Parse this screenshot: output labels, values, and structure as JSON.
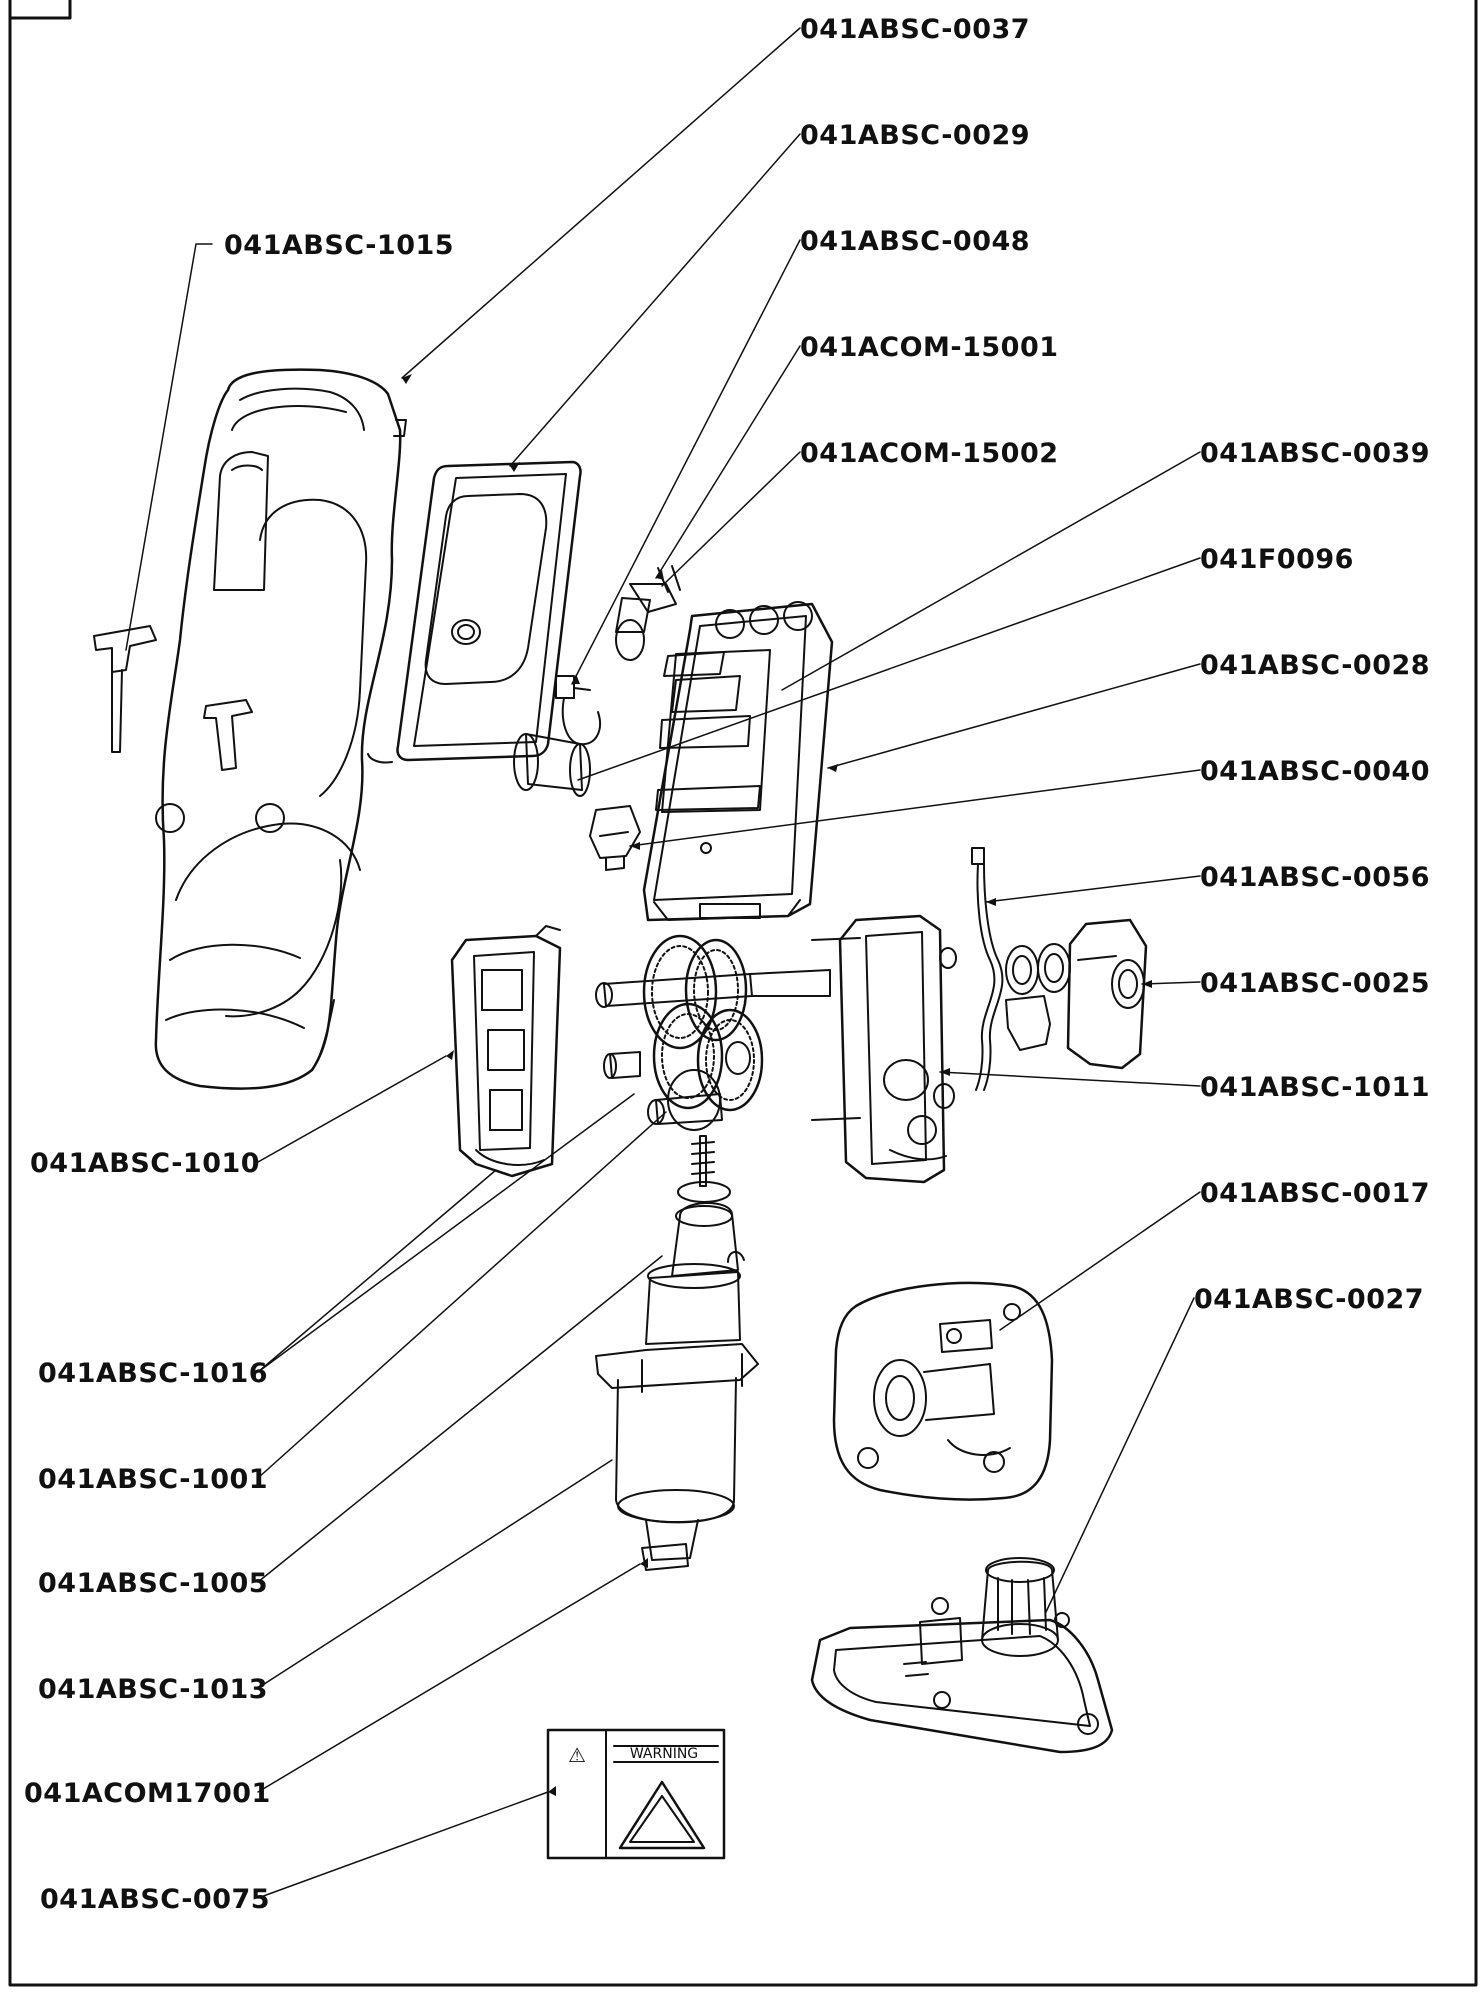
{
  "diagram": {
    "warning_label_text": "WARNING",
    "warning_symbol": "⚠",
    "parts": [
      {
        "id": "p0037",
        "code": "041ABSC-0037"
      },
      {
        "id": "p0029",
        "code": "041ABSC-0029"
      },
      {
        "id": "p1015",
        "code": "041ABSC-1015"
      },
      {
        "id": "p0048",
        "code": "041ABSC-0048"
      },
      {
        "id": "p15001",
        "code": "041ACOM-15001"
      },
      {
        "id": "p15002",
        "code": "041ACOM-15002"
      },
      {
        "id": "p0039",
        "code": "041ABSC-0039"
      },
      {
        "id": "pF0096",
        "code": "041F0096"
      },
      {
        "id": "p0028",
        "code": "041ABSC-0028"
      },
      {
        "id": "p0040",
        "code": "041ABSC-0040"
      },
      {
        "id": "p0056",
        "code": "041ABSC-0056"
      },
      {
        "id": "p0025",
        "code": "041ABSC-0025"
      },
      {
        "id": "p1011",
        "code": "041ABSC-1011"
      },
      {
        "id": "p1010",
        "code": "041ABSC-1010"
      },
      {
        "id": "p0017",
        "code": "041ABSC-0017"
      },
      {
        "id": "p0027",
        "code": "041ABSC-0027"
      },
      {
        "id": "p1016",
        "code": "041ABSC-1016"
      },
      {
        "id": "p1001",
        "code": "041ABSC-1001"
      },
      {
        "id": "p1005",
        "code": "041ABSC-1005"
      },
      {
        "id": "p1013",
        "code": "041ABSC-1013"
      },
      {
        "id": "p17001",
        "code": "041ACOM17001"
      },
      {
        "id": "p0075",
        "code": "041ABSC-0075"
      }
    ]
  }
}
